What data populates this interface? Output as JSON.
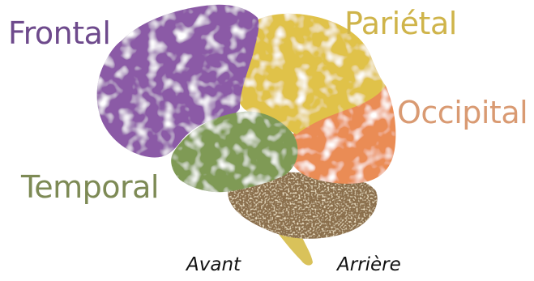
{
  "diagram": {
    "lobes": [
      {
        "id": "frontal",
        "label": "Frontal",
        "color": "#8b5aa6",
        "mottle": "#a37ac0",
        "label_color": "#6e4a8c"
      },
      {
        "id": "parietal",
        "label": "Pariétal",
        "color": "#e0c24a",
        "mottle": "#ecd77a",
        "label_color": "#cfb44a"
      },
      {
        "id": "occipital",
        "label": "Occipital",
        "color": "#ea8c55",
        "mottle": "#f3a97a",
        "label_color": "#d99a72"
      },
      {
        "id": "temporal",
        "label": "Temporal",
        "color": "#7f9a55",
        "mottle": "#9bb373",
        "label_color": "#7d8a55"
      },
      {
        "id": "cerebellum",
        "color": "#8a6e4c",
        "mottle": "#c2a884"
      },
      {
        "id": "brainstem",
        "color": "#d9c25a"
      }
    ],
    "directions": {
      "front": "Avant",
      "back": "Arrière"
    }
  }
}
